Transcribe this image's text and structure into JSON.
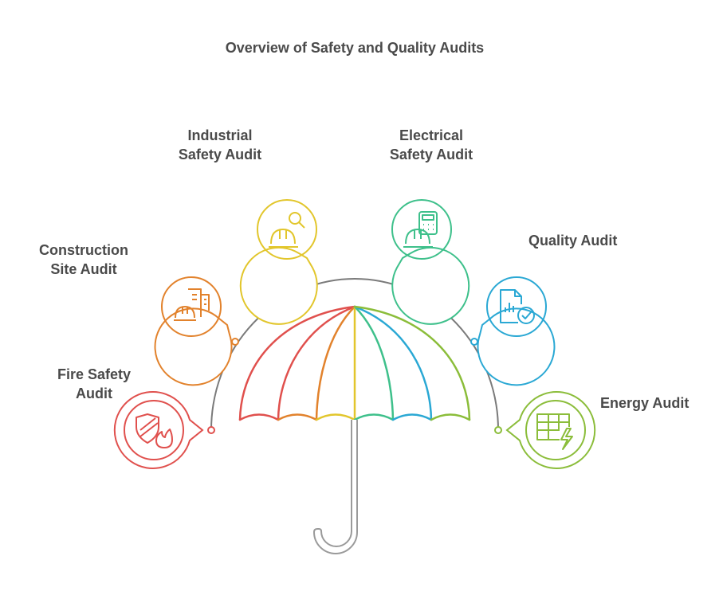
{
  "title": "Overview of Safety and Quality Audits",
  "audits": [
    {
      "id": "fire",
      "lines": [
        "Fire Safety",
        "Audit"
      ],
      "color": "#e0504d",
      "icon": "shield-flame-icon"
    },
    {
      "id": "construction",
      "lines": [
        "Construction",
        "Site Audit"
      ],
      "color": "#e2822c",
      "icon": "hardhat-building-icon"
    },
    {
      "id": "industrial",
      "lines": [
        "Industrial",
        "Safety Audit"
      ],
      "color": "#e2c62c",
      "icon": "hardhat-magnifier-icon"
    },
    {
      "id": "electrical",
      "lines": [
        "Electrical",
        "Safety Audit"
      ],
      "color": "#3ec08b",
      "icon": "hardhat-meter-icon"
    },
    {
      "id": "quality",
      "lines": [
        "Quality Audit"
      ],
      "color": "#2aa8d4",
      "icon": "report-check-icon"
    },
    {
      "id": "energy",
      "lines": [
        "Energy Audit"
      ],
      "color": "#8bbd3a",
      "icon": "grid-lightning-icon"
    }
  ],
  "colors": {
    "text": "#4a4a4a",
    "frame": "#7a7a7a",
    "handle": "#9a9a9a"
  }
}
